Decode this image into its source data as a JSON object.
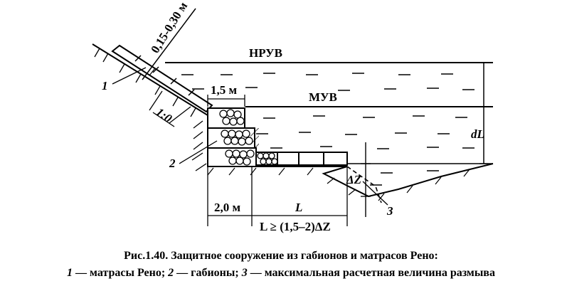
{
  "figure": {
    "labels": {
      "nruv": "НРУВ",
      "muv": "МУВ",
      "mattress_thickness": "0,15-0,30 м",
      "slope_ratio": "1:0",
      "width_top": "1,5 м",
      "width_base": "2,0 м",
      "length": "L",
      "length_rule": "L ≥ (1,5–2)ΔZ",
      "scour_depth": "ΔZ",
      "depth": "dL",
      "item_1": "1",
      "item_2": "2",
      "item_3": "3"
    }
  },
  "caption": {
    "title": "Рис.1.40. Защитное сооружение из габионов и матрасов Рено:",
    "n1": "1",
    "t1": " — матрасы Рено; ",
    "n2": "2",
    "t2": " — габионы; ",
    "n3": "3",
    "t3": " — максимальная расчетная величина размыва"
  }
}
